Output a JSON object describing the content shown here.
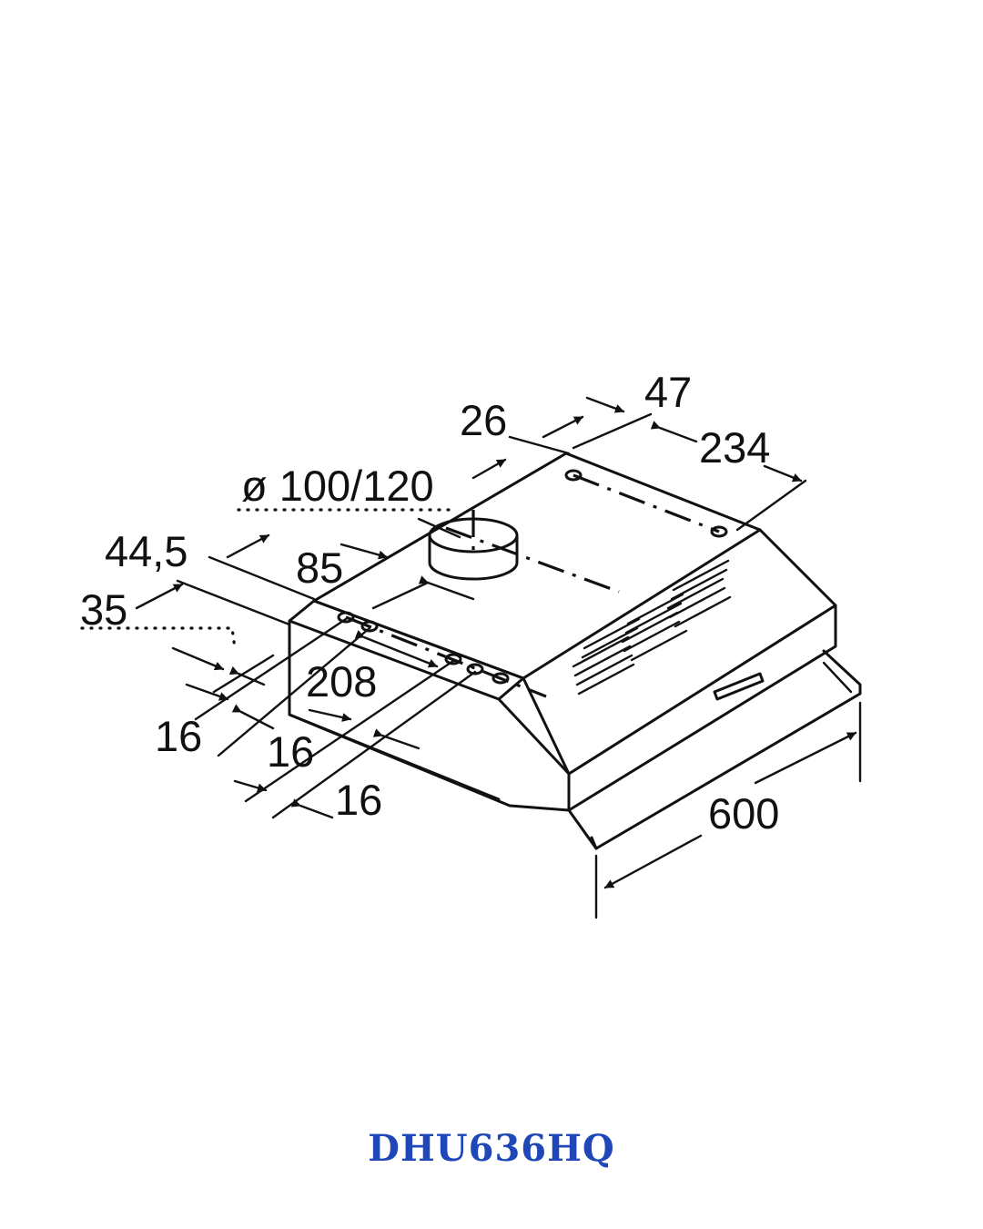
{
  "model": "DHU636HQ",
  "colors": {
    "model_text": "#1f47b8",
    "line": "#111111",
    "background": "#ffffff"
  },
  "dimensions": {
    "d26": "26",
    "d47": "47",
    "d234": "234",
    "duct": "ø 100/120",
    "d44_5": "44,5",
    "d85": "85",
    "d35": "35",
    "d208": "208",
    "d16_a": "16",
    "d16_b": "16",
    "d16_c": "16",
    "d600": "600"
  }
}
